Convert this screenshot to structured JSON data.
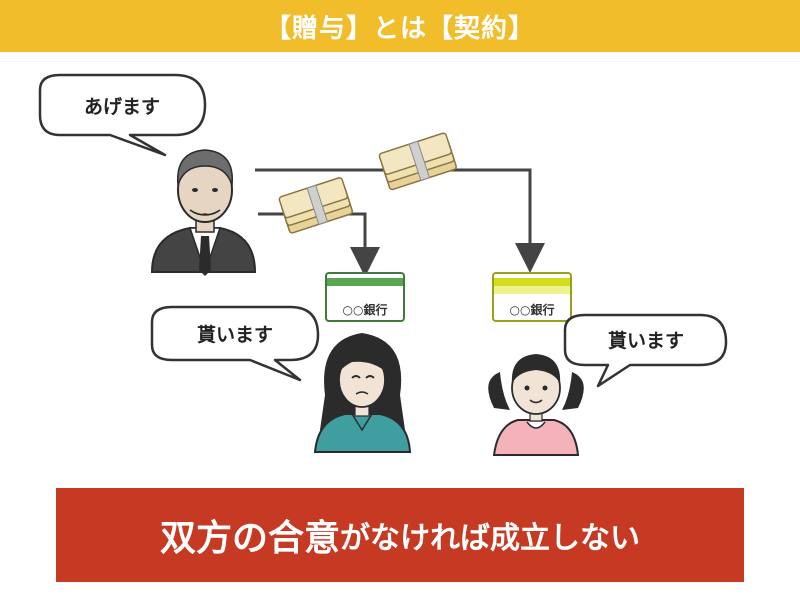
{
  "title": {
    "text": "【贈与】とは【契約】"
  },
  "speech": {
    "giver": "あげます",
    "receiver_left": "貰います",
    "receiver_right": "貰います"
  },
  "banks": {
    "left_label": "○○銀行",
    "right_label": "○○銀行"
  },
  "banner": {
    "emphasis": "双方の合意",
    "rest": "がなければ成立しない"
  },
  "colors": {
    "title_bar": "#f2bd2b",
    "banner": "#c63a24",
    "bank_left_stripe": "#5aa552",
    "bank_right_stripe": "#d4dc1e",
    "woman_shirt": "#3f9ea0",
    "girl_shirt": "#f3b3b8",
    "banknote": "#efe0b0"
  },
  "icons": [
    "banknote-bundle-icon",
    "bank-card-icon",
    "man-avatar",
    "woman-avatar",
    "girl-avatar"
  ]
}
